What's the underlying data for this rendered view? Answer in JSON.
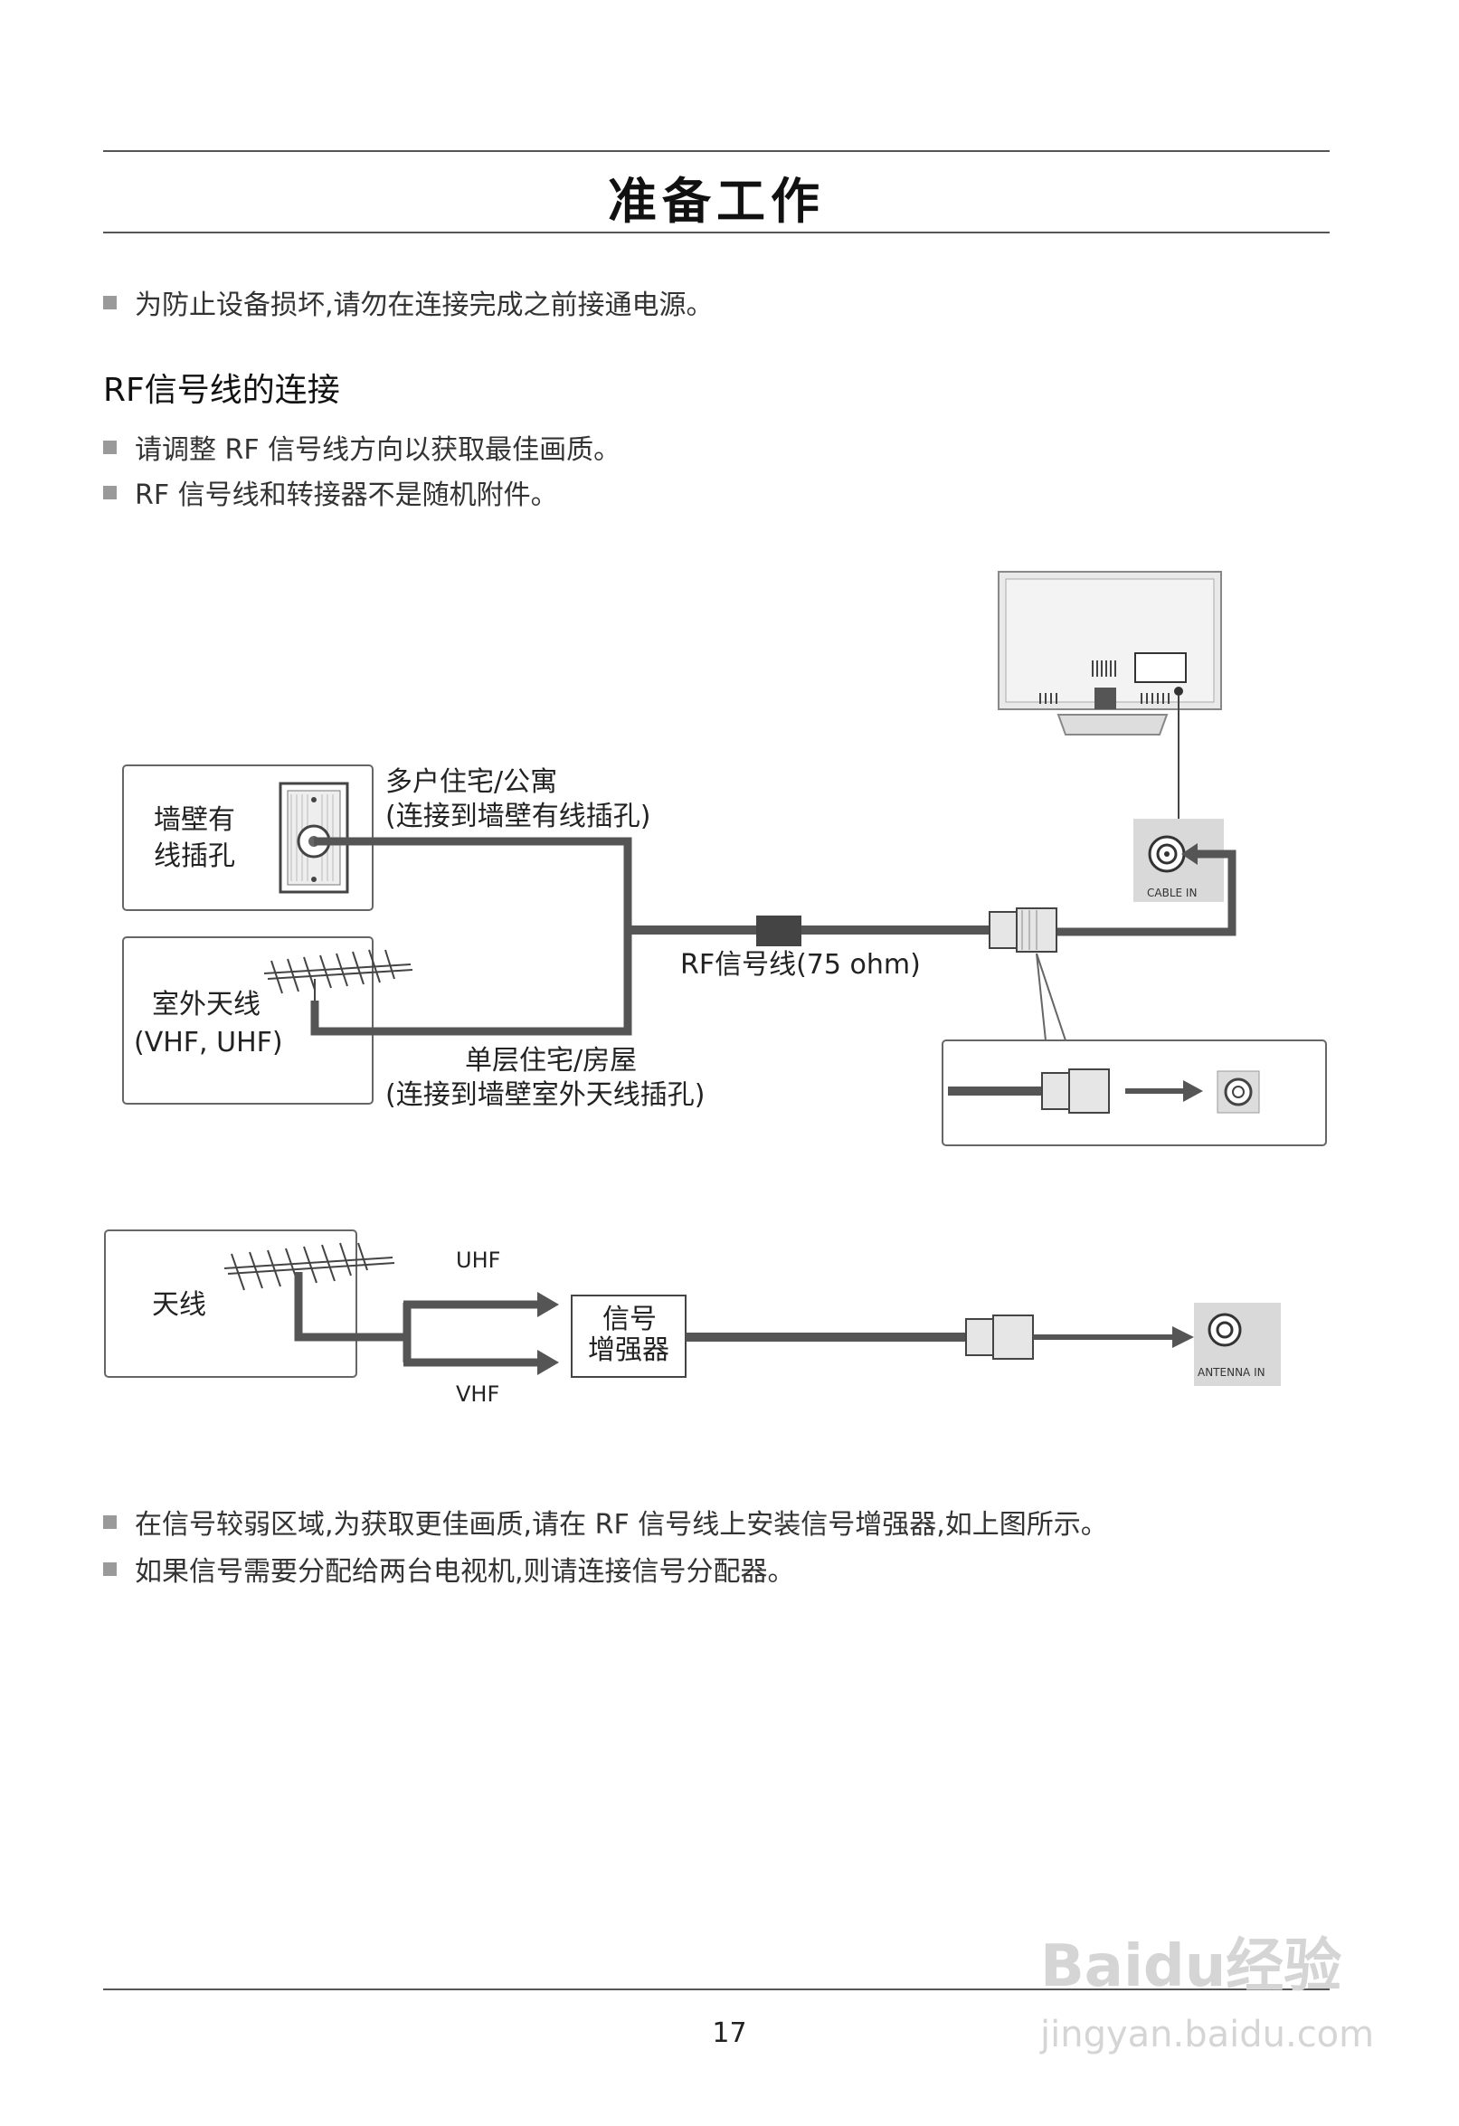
{
  "page": {
    "title": "准备工作",
    "intro_note": "为防止设备损坏,请勿在连接完成之前接通电源。",
    "section_heading": "RF信号线的连接",
    "notes_top": [
      "请调整 RF 信号线方向以获取最佳画质。",
      "RF 信号线和转接器不是随机附件。"
    ],
    "notes_bottom": [
      "在信号较弱区域,为获取更佳画质,请在 RF 信号线上安装信号增强器,如上图所示。",
      "如果信号需要分配给两台电视机,则请连接信号分配器。"
    ],
    "page_number": "17"
  },
  "diagram1": {
    "wall_box_line1": "墙壁有",
    "wall_box_line2": "线插孔",
    "apartment_line1": "多户住宅/公寓",
    "apartment_line2": "(连接到墙壁有线插孔)",
    "outdoor_box_line1": "室外天线",
    "outdoor_box_line2": "(VHF, UHF)",
    "house_line1": "单层住宅/房屋",
    "house_line2": "(连接到墙壁室外天线插孔)",
    "cable_label": "RF信号线(75 ohm)",
    "port_label": "CABLE IN"
  },
  "diagram2": {
    "antenna_box": "天线",
    "uhf_label": "UHF",
    "vhf_label": "VHF",
    "booster_line1": "信号",
    "booster_line2": "增强器",
    "port_label": "ANTENNA IN"
  },
  "watermark": {
    "brand": "Baidu经验",
    "url": "jingyan.baidu.com"
  }
}
